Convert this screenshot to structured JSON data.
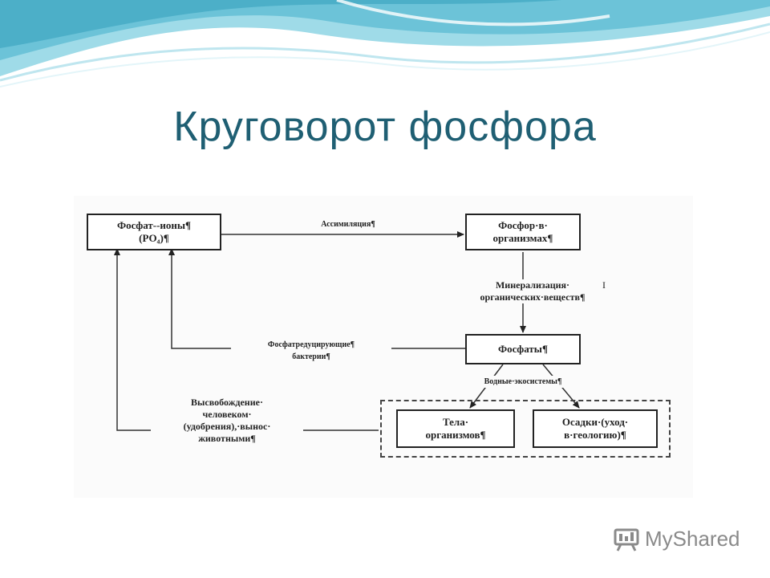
{
  "title": "Круговорот фосфора",
  "diagram": {
    "nodes": {
      "phosphate_ions": "Фосфат‑‑ионы¶\n(PO₄)¶",
      "phosphorus_in_organisms": "Фосфор·в·\nорганизмах¶",
      "phosphates": "Фосфаты¶",
      "bodies_of_organisms": "Тела·\nорганизмов¶",
      "sediments": "Осадки·(уход·\nв·геологию)¶"
    },
    "labels": {
      "assimilation": "Ассимиляция¶",
      "mineralization": "Минерализация·\nорганических·веществ¶",
      "reducing_bacteria": "Фосфатредуцирующие¶\nбактерии¶",
      "aquatic_ecosystems": "Водные·экосистемы¶",
      "release": "Высвобождение·\nчеловеком·\n(удобрения),·вынос·\nживотными¶",
      "cursor_mark": "I"
    }
  },
  "watermark": {
    "text": "MyShared",
    "icon": "presentation-board-icon"
  },
  "colors": {
    "title": "#1f5f73",
    "wave_light": "#cfeef4",
    "wave_mid": "#8fd3e2",
    "wave_dark": "#4fb3cc"
  }
}
